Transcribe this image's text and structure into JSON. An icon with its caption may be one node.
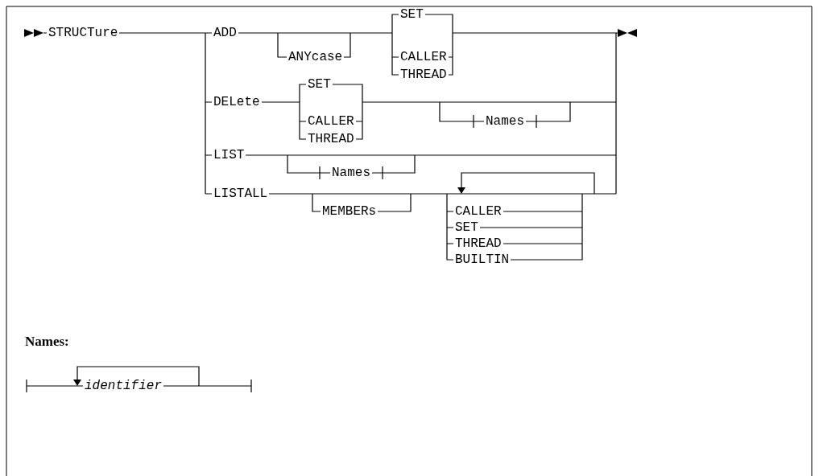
{
  "diagram": {
    "labels": [
      "STRUCTure",
      "ADD",
      "SET",
      "ANYcase",
      "CALLER",
      "THREAD",
      "DELete",
      "SET",
      "CALLER",
      "THREAD",
      "Names",
      "LIST",
      "Names",
      "LISTALL",
      "MEMBERs",
      "CALLER",
      "SET",
      "THREAD",
      "BUILTIN",
      "Names:",
      "identifier"
    ]
  }
}
